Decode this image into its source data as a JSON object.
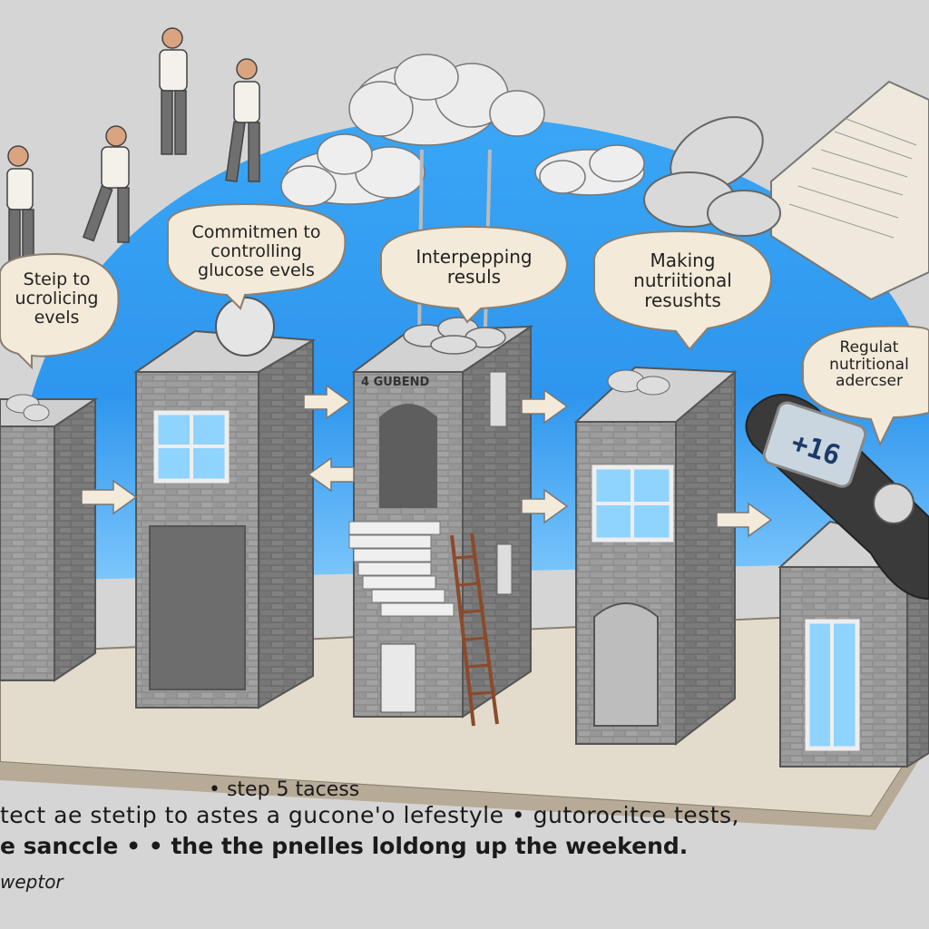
{
  "bubbles": {
    "step_left": {
      "lines": [
        "Steip to",
        "ucrolicing",
        "evels"
      ]
    },
    "commitment": {
      "lines": [
        "Commitmen to",
        "controlling",
        "glucose evels"
      ]
    },
    "interpreting": {
      "lines": [
        "Interpepping",
        "resuls"
      ]
    },
    "making": {
      "lines": [
        "Making",
        "nutriitional",
        "resushts"
      ]
    },
    "regular": {
      "lines": [
        "Regulat",
        "nutritional",
        "adercser"
      ]
    }
  },
  "building_sign": "4 GUBEND",
  "meter_display": "+16",
  "captions": {
    "line1": "• step 5 tacess",
    "line2": "tect ae stetip to astes a gucone'o lefestyle • gutorocitce tests,",
    "line3": "e sanccle •   •   the the pnelles loldong up the weekend.",
    "line4": "weptor"
  },
  "colors": {
    "sky": "#2f9df0",
    "sky_light": "#8cd0ff",
    "brick": "#8d8d8d",
    "brick_dark": "#6a6a6a",
    "window": "#8fd3ff",
    "ground": "#e4dccf",
    "bubble": "#f3ead9"
  },
  "icons": [
    "cloud-icon",
    "apple-icon",
    "book-icon",
    "glucose-meter-icon",
    "ladder-icon",
    "arrow-icon"
  ]
}
